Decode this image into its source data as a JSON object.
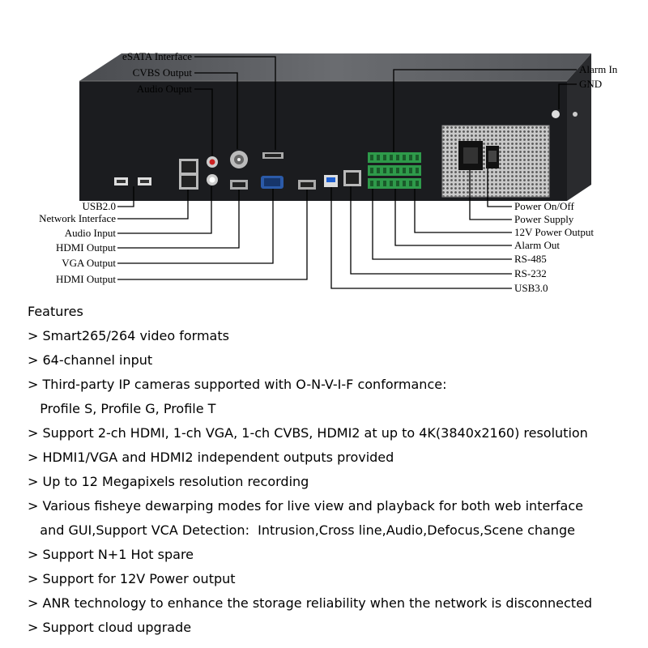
{
  "labels": {
    "esata": "eSATA Interface",
    "cvbs": "CVBS Output",
    "audio_out": "Audio Ouput",
    "alarm_in": "Alarm In",
    "gnd": "GND",
    "usb2": "USB2.0",
    "network": "Network Interface",
    "audio_in": "Audio Input",
    "hdmi1": "HDMI Output",
    "vga": "VGA Output",
    "hdmi2": "HDMI Output",
    "power_onoff": "Power On/Off",
    "power_supply": "Power Supply",
    "out12v": "12V Power Output",
    "alarm_out": "Alarm Out",
    "rs485": "RS-485",
    "rs232": "RS-232",
    "usb3": "USB3.0"
  },
  "features": {
    "title": "Features",
    "lines": [
      "> Smart265/264 video formats",
      "> 64-channel input",
      "> Third-party IP cameras supported with O-N-V-I-F conformance:",
      "   Profile S, Profile G, Profile T",
      "> Support 2-ch HDMI, 1-ch VGA, 1-ch CVBS, HDMI2 at up to 4K(3840x2160) resolution",
      "> HDMI1/VGA and HDMI2 independent outputs provided",
      "> Up to 12 Megapixels resolution recording",
      "> Various fisheye dewarping modes for live view and playback for both web interface",
      "   and GUI,Support VCA Detection:  Intrusion,Cross line,Audio,Defocus,Scene change",
      "> Support N+1 Hot spare",
      "> Support for 12V Power output",
      "> ANR technology to enhance the storage reliability when the network is disconnected",
      "> Support cloud upgrade"
    ]
  },
  "colors": {
    "chassis": "#1b1c1f",
    "chassis_top": "#5b5d61",
    "terminal_green": "#2e9a4a"
  }
}
